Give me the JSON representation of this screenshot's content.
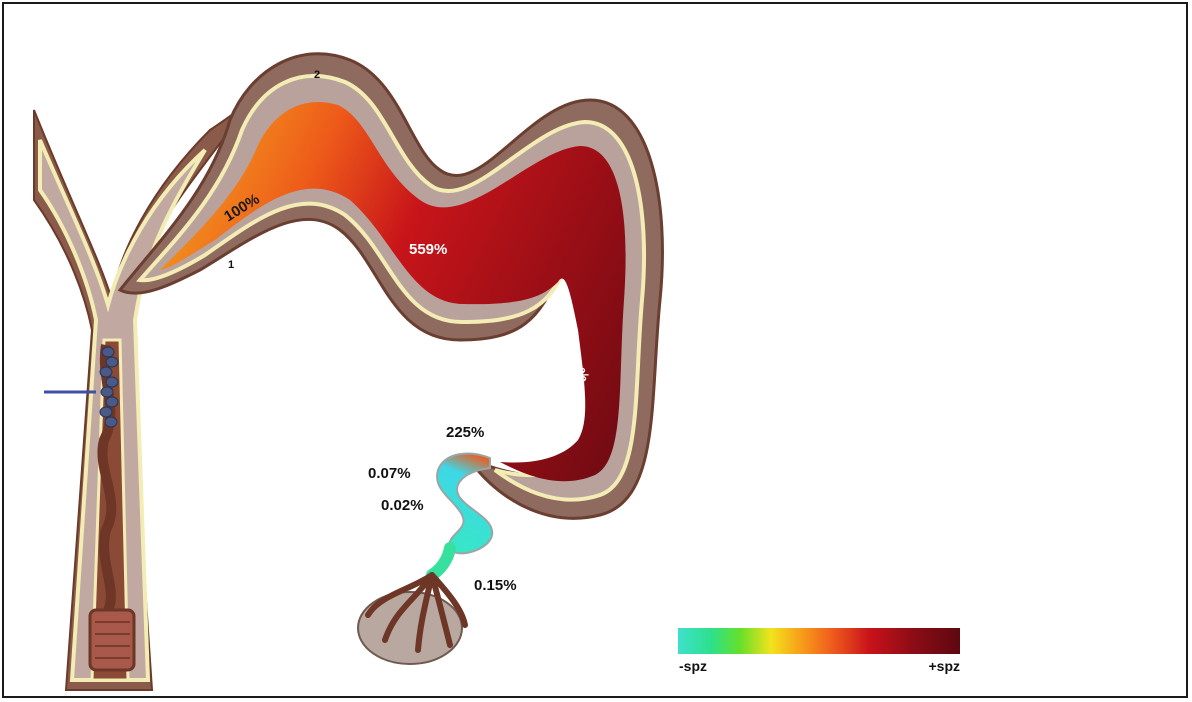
{
  "labels": {
    "ampulla": "100%",
    "isthmus_proximal": "559%",
    "isthmus_distal": "935%",
    "utj": "225%",
    "uterus_upper": "0.07%",
    "uterus_mid": "0.02%",
    "uterus_lower": "0.15%",
    "segment_1": "1",
    "segment_2": "2"
  },
  "legend": {
    "min_label": "-spz",
    "max_label": "+spz",
    "colors": [
      "#3ee0cc",
      "#2ee08a",
      "#66e02a",
      "#f2e21c",
      "#f7a21a",
      "#ef5a1c",
      "#c8121a",
      "#8a0c16",
      "#5e0810"
    ]
  },
  "colors": {
    "tissue_outer": "#8a5a4a",
    "tissue_mid": "#b59a94",
    "tissue_edge": "#f3ecb4",
    "ampulla_fill": "#f08a1c",
    "isthmus_fill": "#b81418",
    "deep_fill": "#6e0a12",
    "uterus_fill": "#3fe3d0",
    "arrow": "#3d4fa6"
  }
}
